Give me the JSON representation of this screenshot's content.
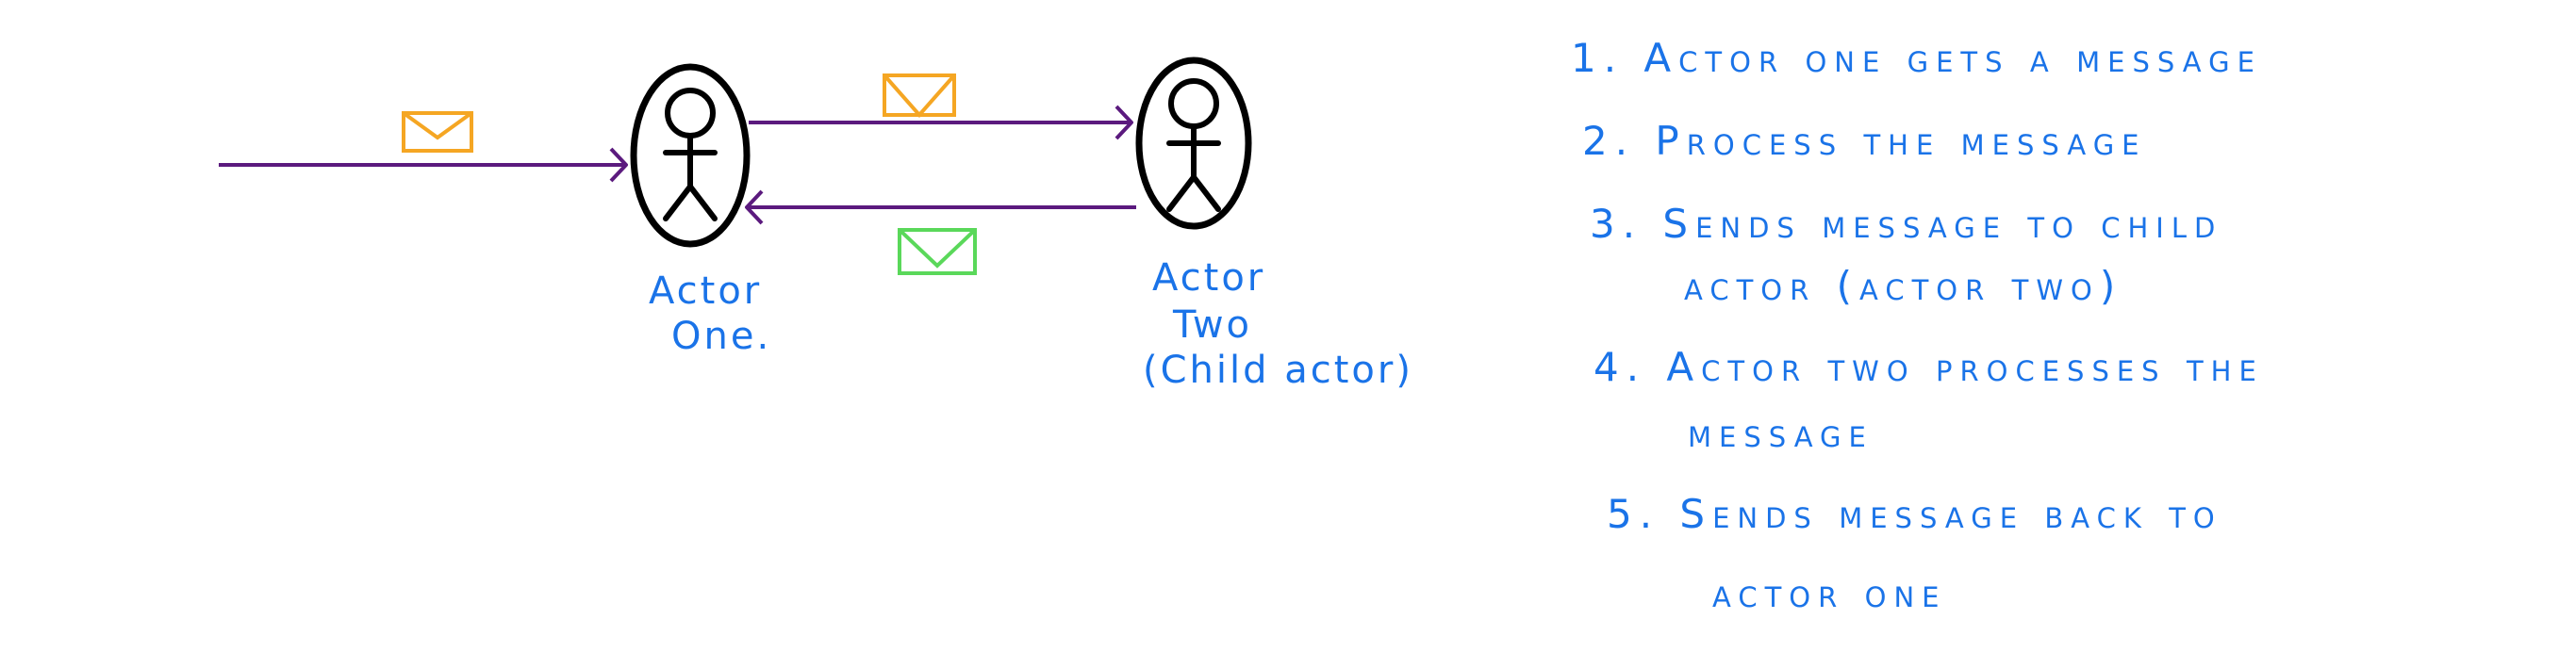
{
  "diagram": {
    "actors": {
      "one": {
        "label_line1": "Actor",
        "label_line2": "One."
      },
      "two": {
        "label_line1": "Actor",
        "label_line2": "Two",
        "label_line3": "(Child actor)"
      }
    },
    "steps": [
      {
        "line1": "1. Actor one gets a message",
        "line2": ""
      },
      {
        "line1": "2. Process the message",
        "line2": ""
      },
      {
        "line1": "3. Sends message to child",
        "line2": "actor (actor two)"
      },
      {
        "line1": "4. Actor two processes the",
        "line2": "message"
      },
      {
        "line1": "5. Sends message back to",
        "line2": "actor one"
      }
    ],
    "colors": {
      "arrow": "#5b1a7e",
      "outline": "#000000",
      "text": "#1a73e8",
      "envelope_orange": "#f5a623",
      "envelope_green": "#5ad85a"
    }
  }
}
